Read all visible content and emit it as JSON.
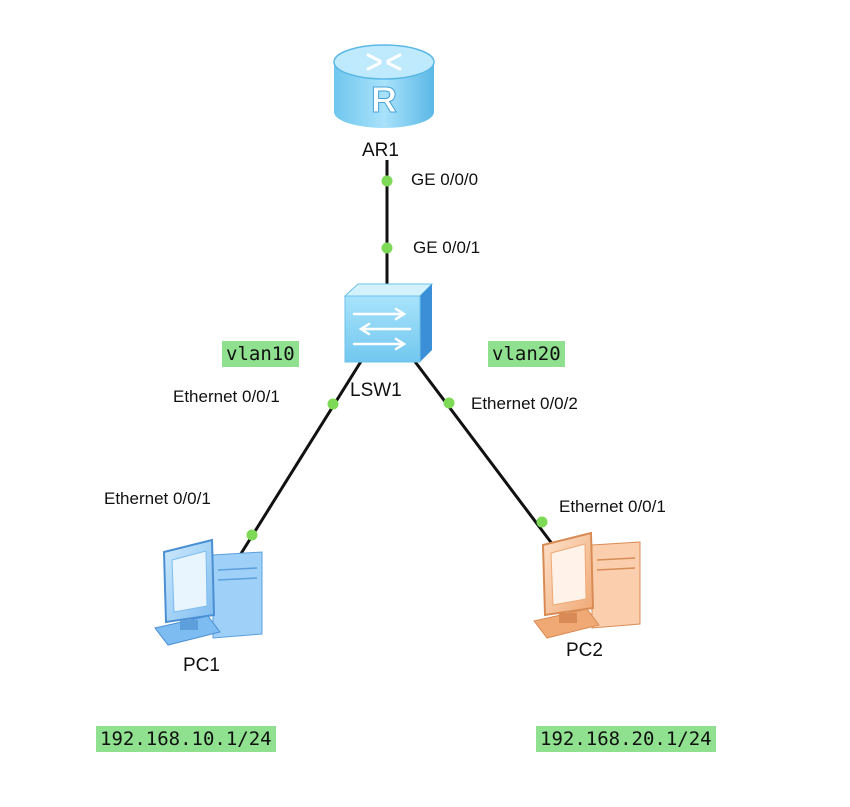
{
  "devices": {
    "router": {
      "label": "AR1",
      "icon": "router-icon"
    },
    "switch": {
      "label": "LSW1",
      "icon": "switch-icon"
    },
    "pc1": {
      "label": "PC1",
      "icon": "pc-icon",
      "color": "#8ec8f5"
    },
    "pc2": {
      "label": "PC2",
      "icon": "pc-icon",
      "color": "#f7b98a"
    }
  },
  "ports": {
    "ar1_ge000": "GE 0/0/0",
    "lsw1_ge001": "GE 0/0/1",
    "lsw1_eth001": "Ethernet 0/0/1",
    "lsw1_eth002": "Ethernet 0/0/2",
    "pc1_eth001": "Ethernet 0/0/1",
    "pc2_eth001": "Ethernet 0/0/1"
  },
  "tags": {
    "vlan_left": "vlan10",
    "vlan_right": "vlan20",
    "ip_pc1": "192.168.10.1/24",
    "ip_pc2": "192.168.20.1/24"
  },
  "colors": {
    "link": "#111111",
    "port_dot": "#7ed957",
    "tag_bg": "#8fe08f"
  }
}
